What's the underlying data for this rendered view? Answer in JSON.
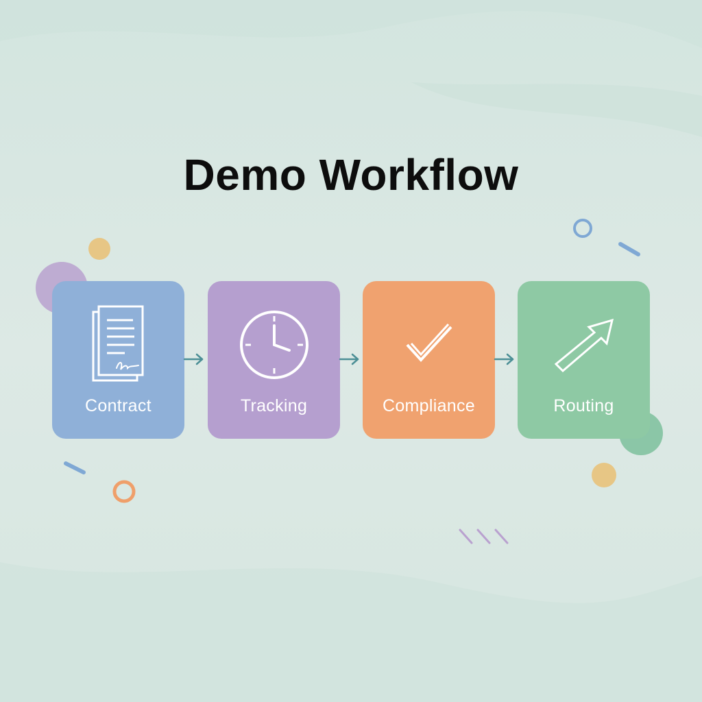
{
  "title": "Demo Workflow",
  "colors": {
    "background": "#d9e8e3",
    "title": "#0d0d0d",
    "arrow": "#4c8f96",
    "deco_yellow": "#e8c27a",
    "deco_purple": "#b9a1cf",
    "deco_blue": "#7fa8d4",
    "deco_orange": "#ef9f6a",
    "deco_green": "#7dbf9c"
  },
  "steps": [
    {
      "label": "Contract",
      "icon": "document-signature-icon",
      "color": "#8fb0d8"
    },
    {
      "label": "Tracking",
      "icon": "clock-icon",
      "color": "#b59fcf"
    },
    {
      "label": "Compliance",
      "icon": "checkmark-icon",
      "color": "#f0a26f"
    },
    {
      "label": "Routing",
      "icon": "arrow-up-right-icon",
      "color": "#8ec9a4"
    }
  ],
  "connectors": [
    {
      "from": "Contract",
      "to": "Tracking",
      "icon": "arrow-right-icon"
    },
    {
      "from": "Tracking",
      "to": "Compliance",
      "icon": "arrow-right-icon"
    },
    {
      "from": "Compliance",
      "to": "Routing",
      "icon": "arrow-right-icon"
    }
  ]
}
